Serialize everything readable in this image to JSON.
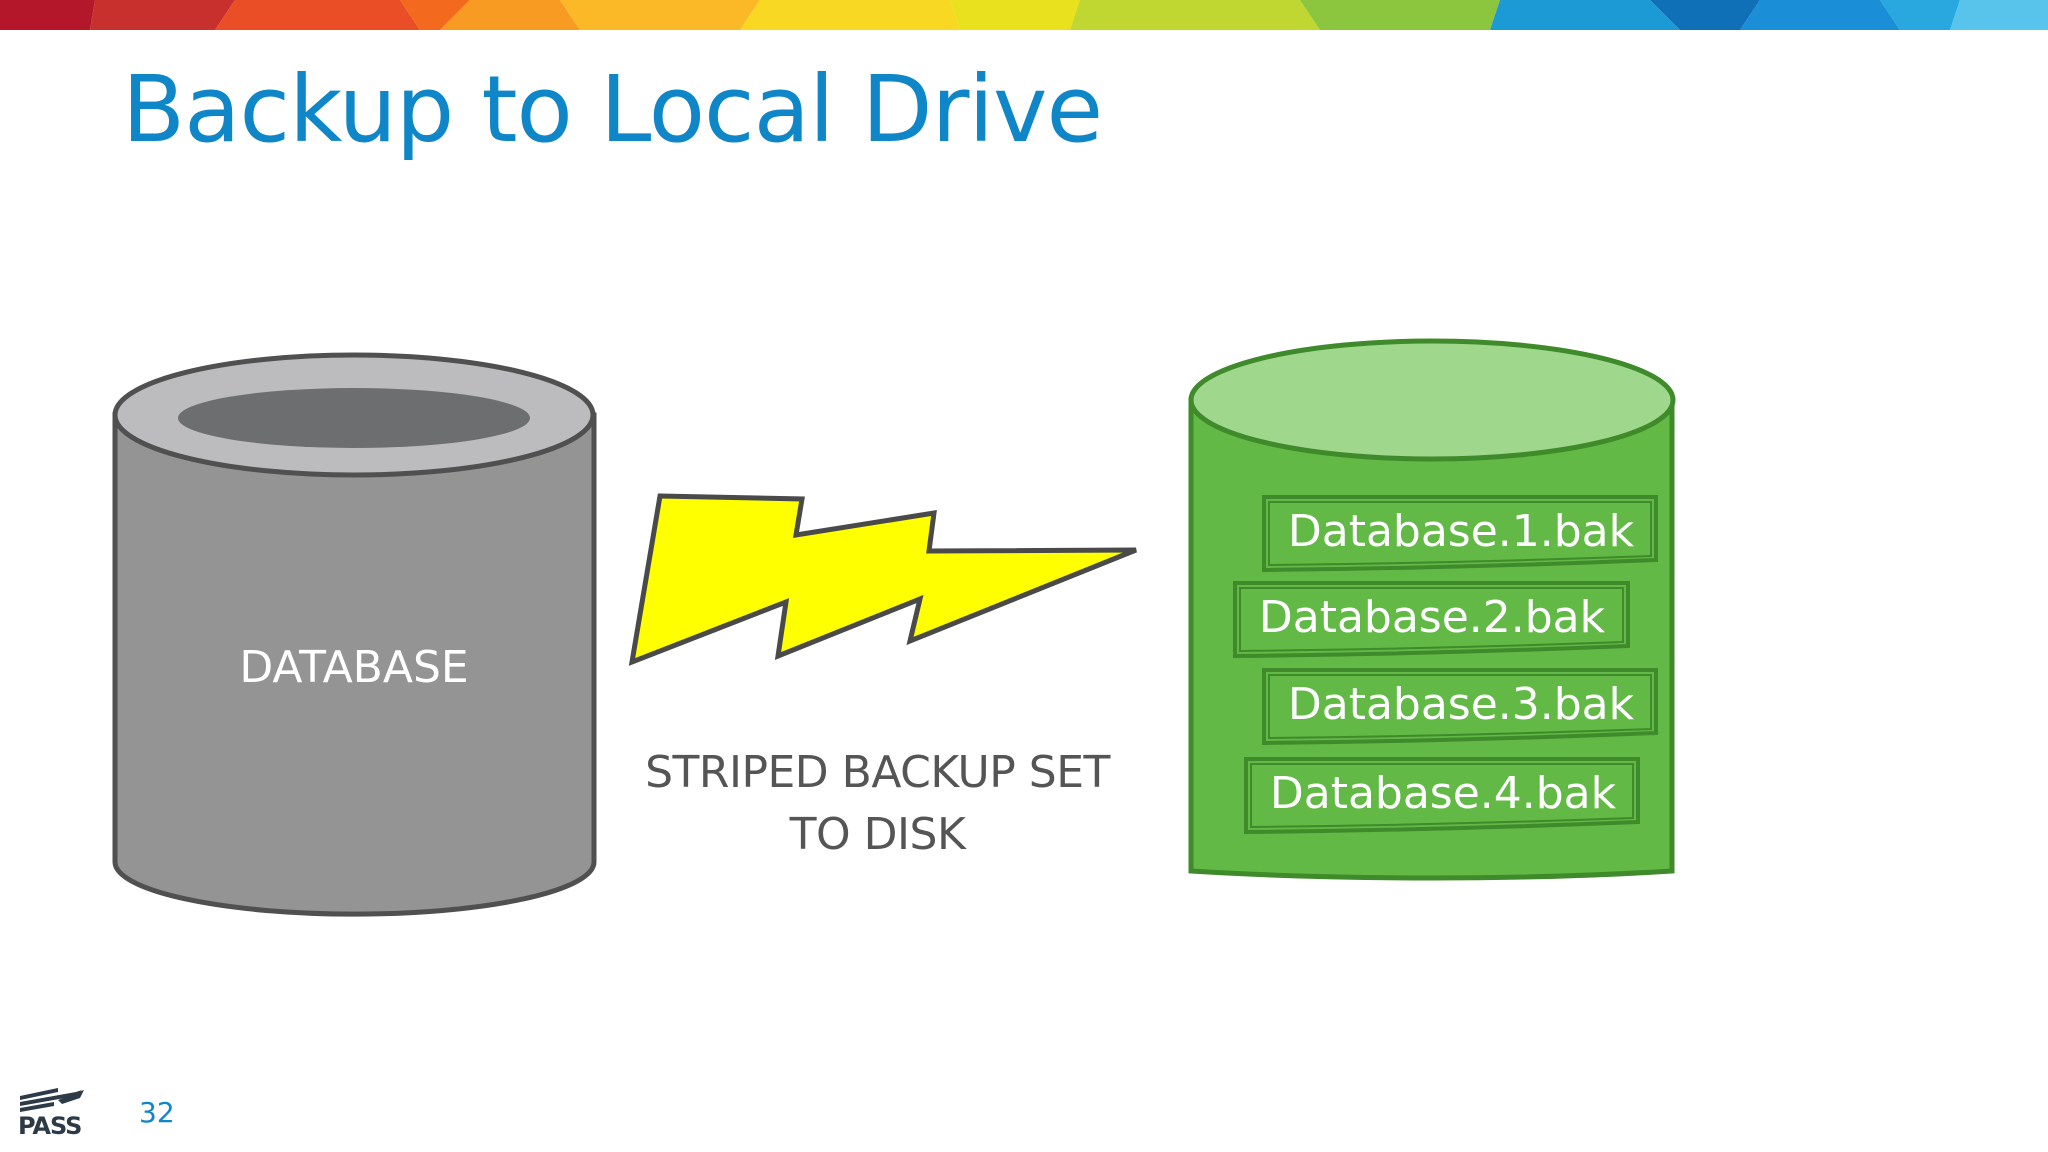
{
  "slide": {
    "title": "Backup to Local Drive",
    "page_number": "32",
    "logo_text": "PASS"
  },
  "diagram": {
    "source_label": "DATABASE",
    "caption_line1": "STRIPED BACKUP SET",
    "caption_line2": "TO DISK",
    "backup_files": [
      "Database.1.bak",
      "Database.2.bak",
      "Database.3.bak",
      "Database.4.bak"
    ]
  },
  "colors": {
    "title": "#0e86c8",
    "database_cylinder": "#949494",
    "backup_cylinder": "#62b946",
    "lightning": "#ffff00"
  }
}
